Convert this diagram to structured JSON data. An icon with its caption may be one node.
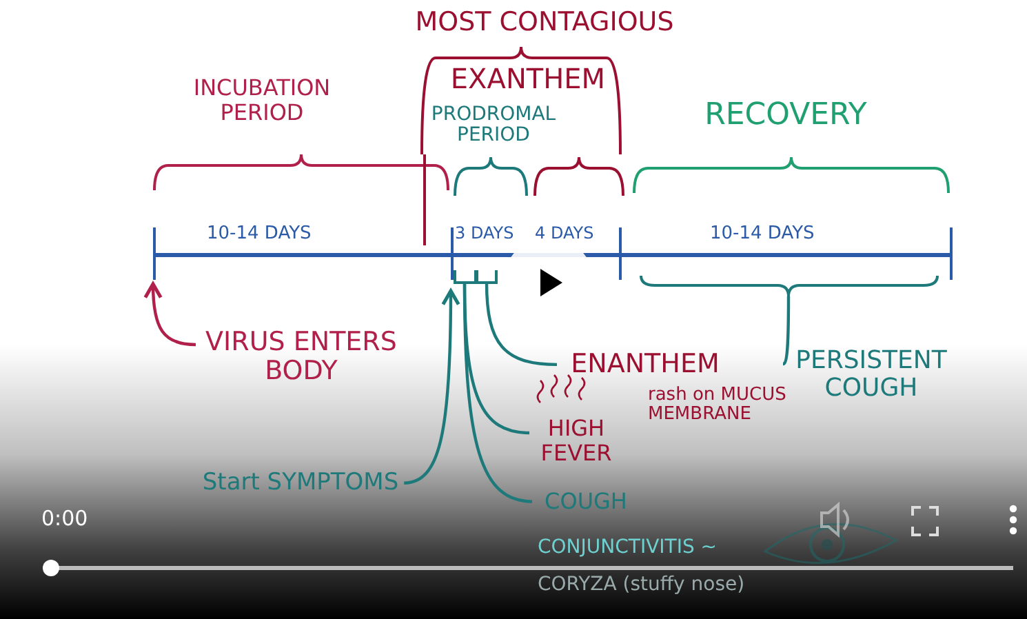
{
  "diagram": {
    "nodes": [
      {
        "text": [
          "MOST CONTAGIOUS"
        ]
      },
      {
        "text": [
          "EXANTHEM"
        ]
      },
      {
        "text": [
          "INCUBATION PERIOD"
        ]
      },
      {
        "text": [
          "PRODROMAL PERIOD"
        ]
      },
      {
        "text": [
          "RECOVERY"
        ]
      },
      {
        "text": [
          "VIRUS ENTERS BODY"
        ]
      },
      {
        "text": [
          "Start SYMPTOMS"
        ]
      },
      {
        "text": [
          "ENANTHEM"
        ]
      },
      {
        "text": [
          "HIGH FEVER"
        ]
      },
      {
        "text": [
          "COUGH"
        ]
      },
      {
        "text": [
          "PERSISTENT COUGH"
        ]
      },
      {
        "text": [],
        "shape": "brace"
      },
      {
        "text": [],
        "shape": "brace"
      },
      {
        "text": [],
        "shape": "brace"
      }
    ],
    "edges": [
      {
        "from": 5,
        "to": null,
        "arrow": "to",
        "color": "#b0204a"
      },
      {
        "from": 6,
        "to": 12,
        "arrow": "to"
      },
      {
        "from": 7,
        "to": 13,
        "arrow": "none"
      },
      {
        "from": 8,
        "to": 12,
        "arrow": "none"
      },
      {
        "from": 9,
        "to": 12,
        "arrow": "none"
      },
      {
        "from": 10,
        "to": 11,
        "arrow": "none"
      }
    ],
    "labels": [
      "10-14 DAYS",
      "3 DAYS",
      "4 DAYS",
      "10-14 DAYS",
      "rash on MUCUS MEMBRANE",
      "CONJUNCTIVITIS ~",
      "CORYZA (stuffy nose)",
      "0:00"
    ]
  }
}
